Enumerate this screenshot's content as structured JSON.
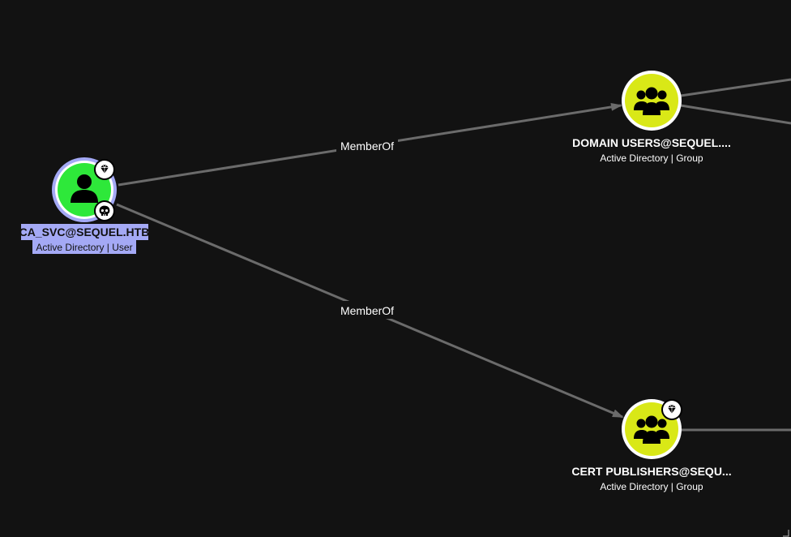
{
  "graph": {
    "nodes": {
      "ca_svc": {
        "label": "CA_SVC@SEQUEL.HTB",
        "subtitle": "Active Directory | User",
        "kind": "user",
        "icon": "user-icon",
        "color": "#2ee83a",
        "selected": true,
        "badges": [
          "tier-zero-gem-icon",
          "owned-skull-icon"
        ]
      },
      "domain_users": {
        "label": "DOMAIN USERS@SEQUEL....",
        "subtitle": "Active Directory | Group",
        "kind": "group",
        "icon": "group-icon",
        "color": "#d9e817",
        "selected": false,
        "badges": []
      },
      "cert_publishers": {
        "label": "CERT PUBLISHERS@SEQU...",
        "subtitle": "Active Directory | Group",
        "kind": "group",
        "icon": "group-icon",
        "color": "#d9e817",
        "selected": false,
        "badges": [
          "tier-zero-gem-icon"
        ]
      }
    },
    "edges": {
      "to_domain_users": {
        "label": "MemberOf"
      },
      "to_cert_publishers": {
        "label": "MemberOf"
      }
    }
  }
}
